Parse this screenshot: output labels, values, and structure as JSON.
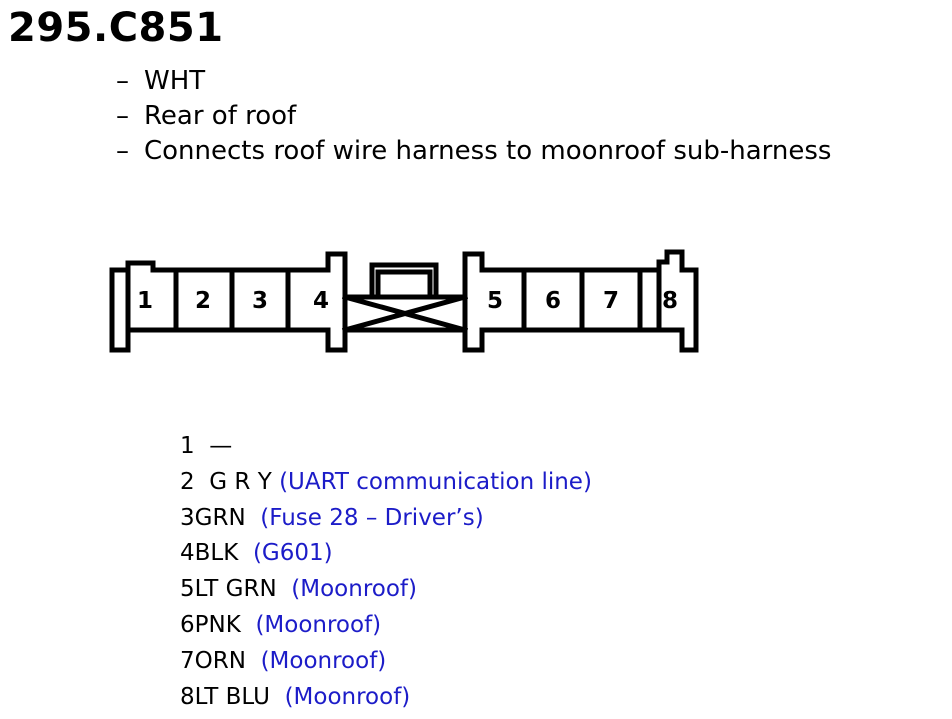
{
  "connector": {
    "title": "295.C851",
    "details": [
      {
        "dash": "–",
        "text": "WHT"
      },
      {
        "dash": "–",
        "text": "Rear of roof"
      },
      {
        "dash": "–",
        "text": "Connects roof wire harness to moonroof sub-harness"
      }
    ]
  },
  "pins": [
    {
      "num": "1",
      "color": "—",
      "circuit": ""
    },
    {
      "num": "2",
      "color": "G R Y",
      "circuit": "(UART communication line)"
    },
    {
      "num": "3",
      "color": "GRN",
      "circuit": "(Fuse 28 – Driver’s)"
    },
    {
      "num": "4",
      "color": "BLK",
      "circuit": "(G601)"
    },
    {
      "num": "5",
      "color": "LT GRN",
      "circuit": "(Moonroof)"
    },
    {
      "num": "6",
      "color": "PNK",
      "circuit": "(Moonroof)"
    },
    {
      "num": "7",
      "color": "ORN",
      "circuit": "(Moonroof)"
    },
    {
      "num": "8",
      "color": "LT BLU",
      "circuit": "(Moonroof)"
    }
  ]
}
